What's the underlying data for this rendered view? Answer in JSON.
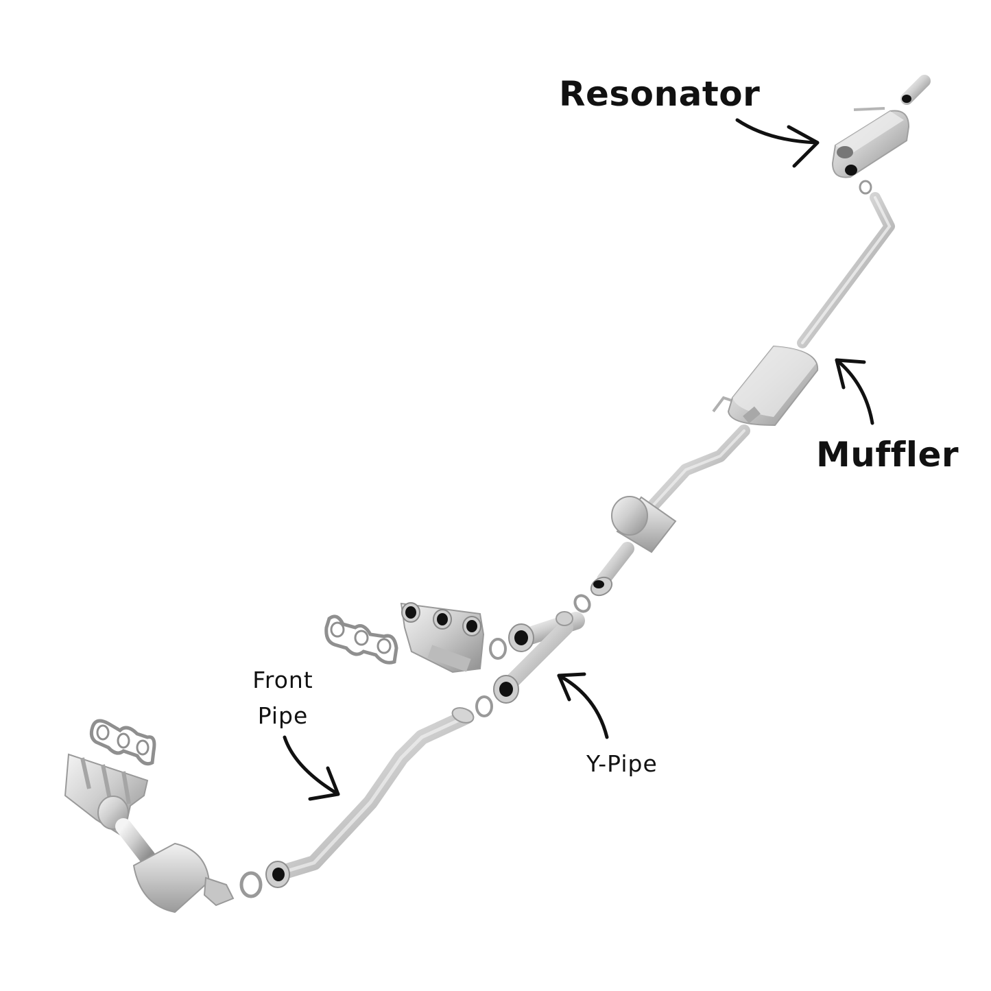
{
  "labels": {
    "resonator": "Resonator",
    "muffler": "Muffler",
    "front_pipe_line1": "Front",
    "front_pipe_line2": "Pipe",
    "y_pipe": "Y-Pipe"
  },
  "colors": {
    "background": "#ffffff",
    "text": "#111111",
    "metal_light": "#eeeeee",
    "metal_mid": "#c4c4c4",
    "metal_dark": "#8e8e8e",
    "gasket": "#9a9a9a",
    "port_hole": "#111111"
  }
}
